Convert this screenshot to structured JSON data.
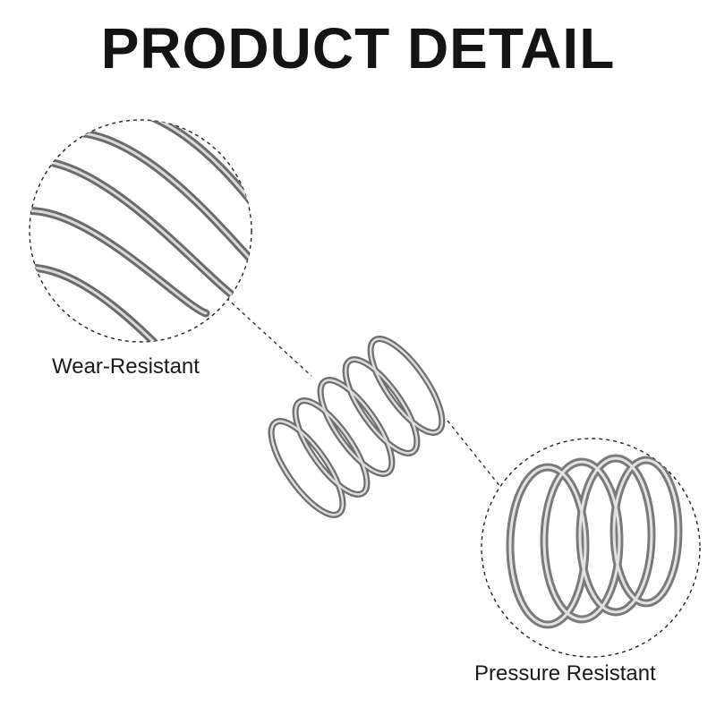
{
  "header": {
    "title": "PRODUCT DETAIL"
  },
  "callouts": [
    {
      "label": "Wear-Resistant",
      "icon": "zoomed-spring-coils-closeup"
    },
    {
      "label": "Pressure Resistant",
      "icon": "zoomed-spring-end-view"
    }
  ],
  "product": {
    "icon": "compression-spring",
    "color": "#8a8a8a"
  }
}
